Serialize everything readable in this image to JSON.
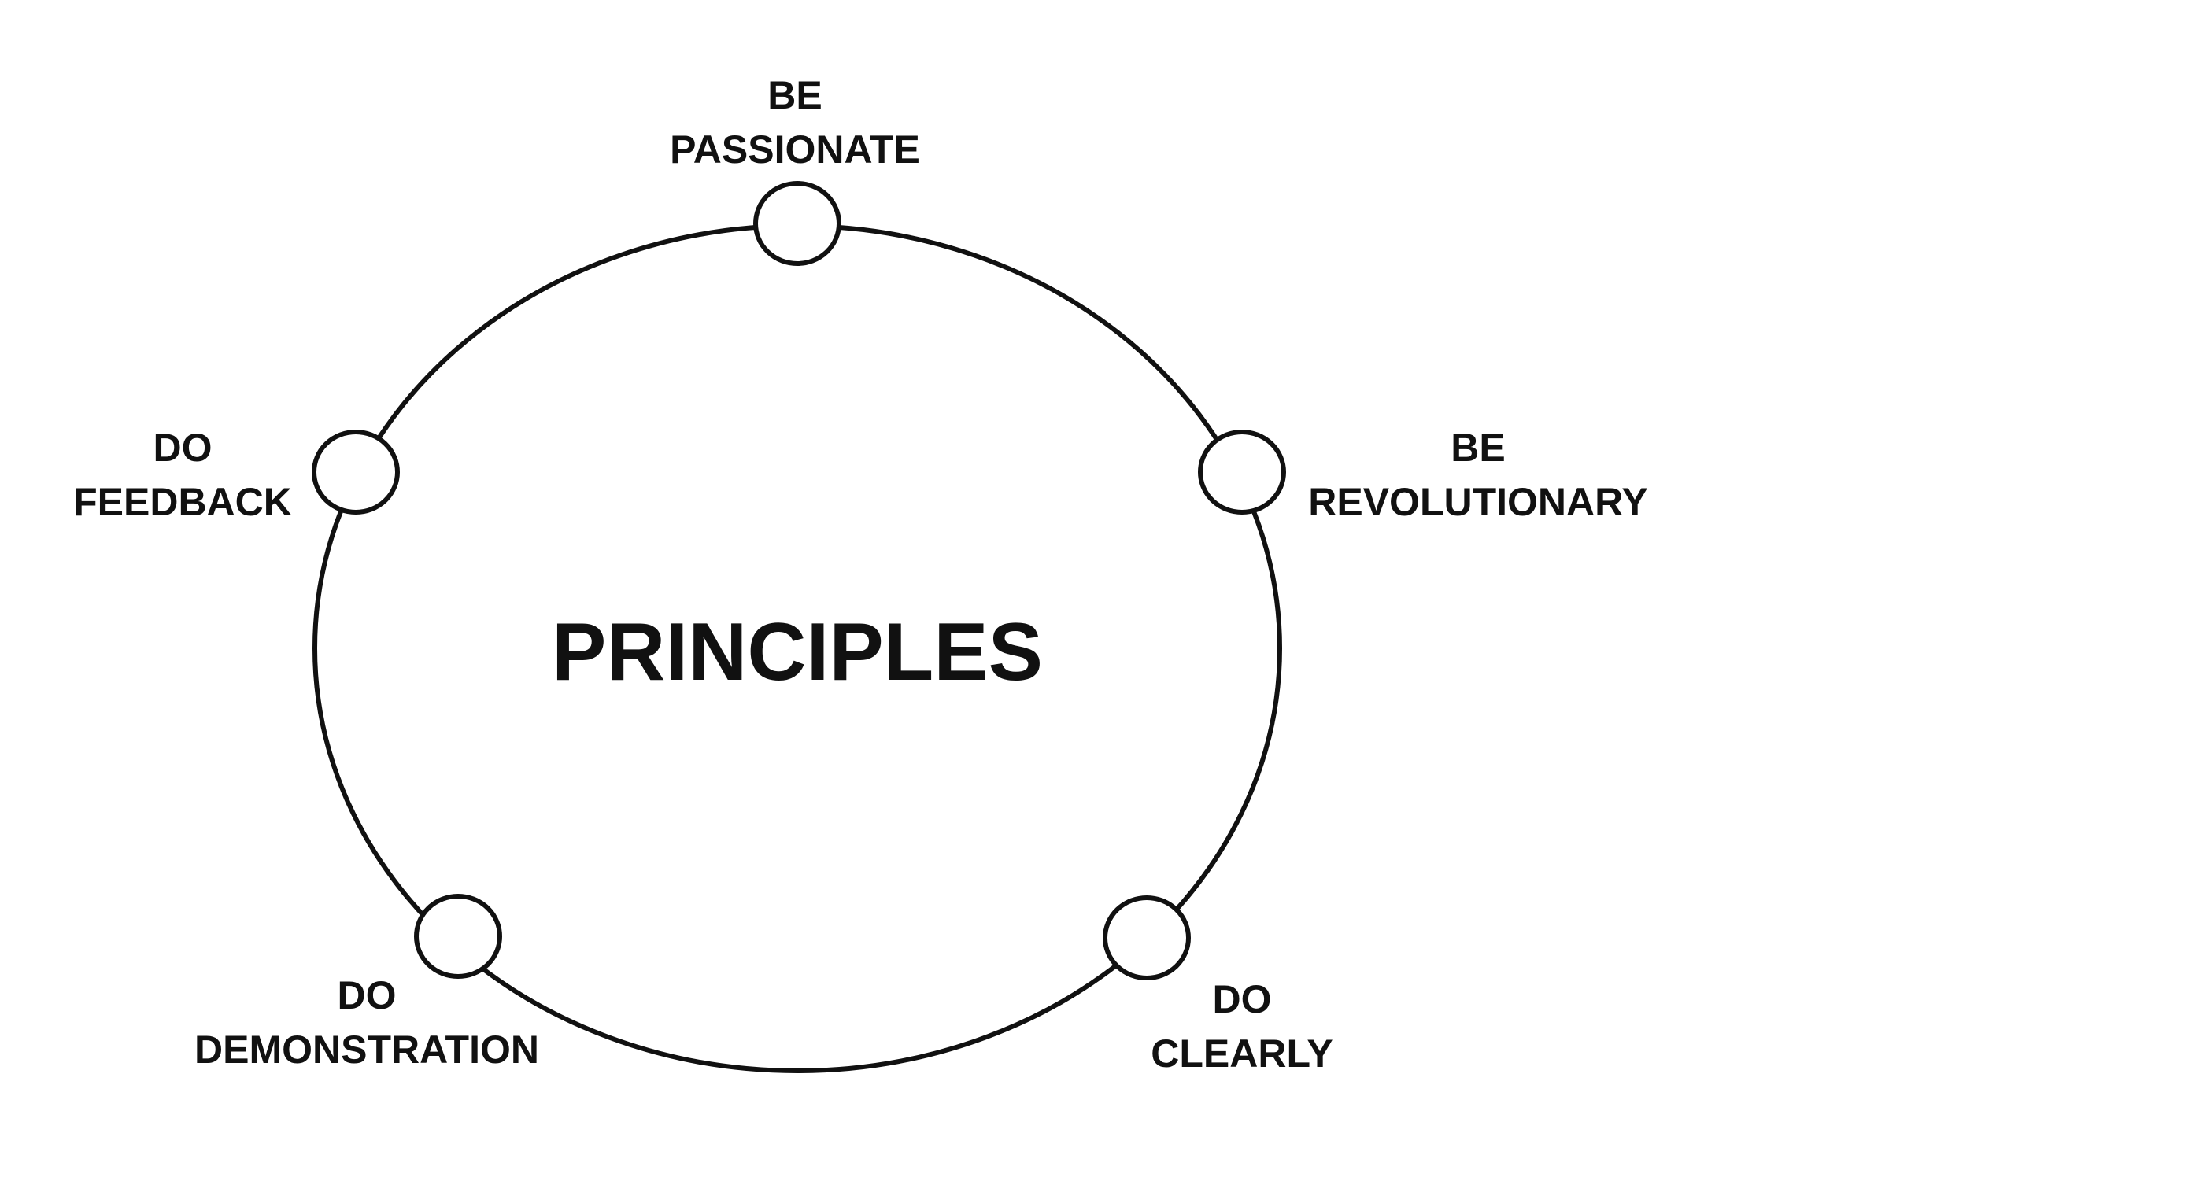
{
  "diagram": {
    "center_label": "PRINCIPLES",
    "line_color": "#111111",
    "text_color": "#111111",
    "background": "#ffffff",
    "nodes": [
      {
        "id": "top",
        "line1": "BE",
        "line2": "PASSIONATE"
      },
      {
        "id": "right",
        "line1": "BE",
        "line2": "REVOLUTIONARY"
      },
      {
        "id": "bottom-right",
        "line1": "DO",
        "line2": "CLEARLY"
      },
      {
        "id": "bottom-left",
        "line1": "DO",
        "line2": "DEMONSTRATION"
      },
      {
        "id": "left",
        "line1": "DO",
        "line2": "FEEDBACK"
      }
    ]
  }
}
